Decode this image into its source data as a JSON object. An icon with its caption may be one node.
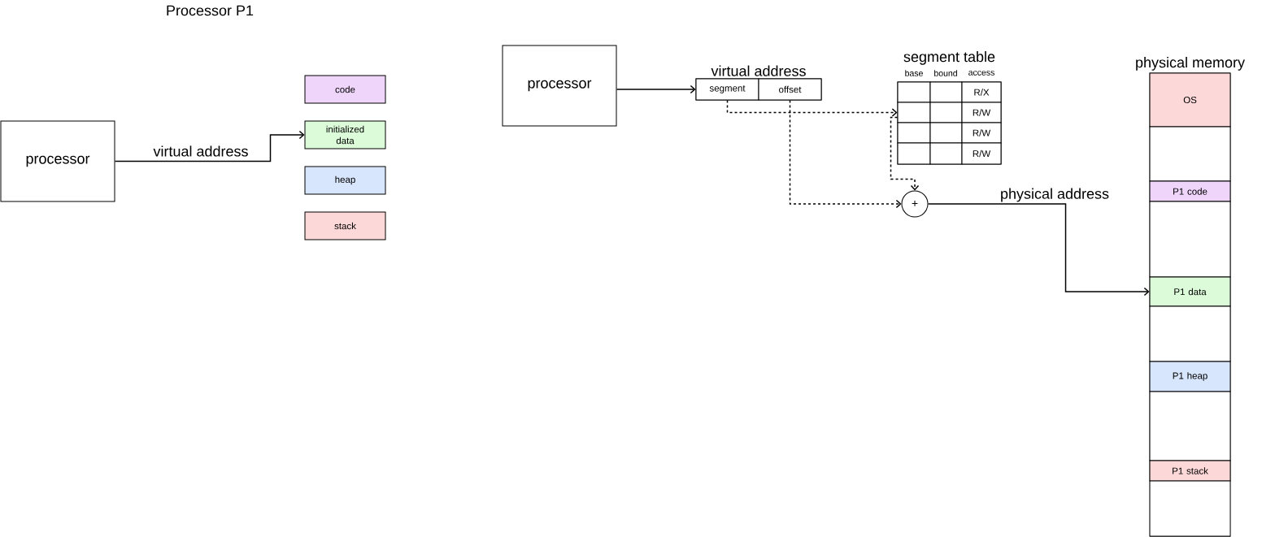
{
  "diagram": {
    "nodes": [
      {
        "text": [
          "processor"
        ]
      },
      {
        "text": [
          "code"
        ]
      },
      {
        "text": [
          "initialized data"
        ]
      },
      {
        "text": [
          "heap"
        ]
      },
      {
        "text": [
          "stack"
        ]
      },
      {
        "text": [
          "processor"
        ]
      },
      {
        "text": [
          "virtual address"
        ]
      },
      {
        "text": [
          "segment"
        ],
        "in": 6
      },
      {
        "text": [
          "offset"
        ],
        "in": 6
      },
      {
        "text": [
          "segment table"
        ]
      },
      {
        "text": [],
        "shape": "box",
        "in": 9
      },
      {
        "text": [],
        "shape": "box",
        "in": 9
      },
      {
        "text": [
          "R/X"
        ],
        "in": 9
      },
      {
        "text": [],
        "shape": "box",
        "in": 9
      },
      {
        "text": [],
        "shape": "box",
        "in": 9
      },
      {
        "text": [
          "R/W"
        ],
        "in": 9
      },
      {
        "text": [],
        "shape": "box",
        "in": 9
      },
      {
        "text": [],
        "shape": "box",
        "in": 9
      },
      {
        "text": [
          "R/W"
        ],
        "in": 9
      },
      {
        "text": [],
        "shape": "box",
        "in": 9
      },
      {
        "text": [],
        "shape": "box",
        "in": 9
      },
      {
        "text": [
          "R/W"
        ],
        "in": 9
      },
      {
        "text": [
          "+"
        ]
      },
      {
        "text": [
          "physical memory"
        ]
      },
      {
        "text": [
          "OS"
        ],
        "in": 23
      },
      {
        "text": [],
        "shape": "box",
        "in": 23
      },
      {
        "text": [
          "P1 code"
        ],
        "in": 23
      },
      {
        "text": [],
        "shape": "box",
        "in": 23
      },
      {
        "text": [
          "P1 data"
        ],
        "in": 23
      },
      {
        "text": [],
        "shape": "box",
        "in": 23
      },
      {
        "text": [
          "P1 heap"
        ],
        "in": 23
      },
      {
        "text": [],
        "shape": "box",
        "in": 23
      },
      {
        "text": [
          "P1 stack"
        ],
        "in": 23
      },
      {
        "text": [],
        "shape": "box",
        "in": 23
      }
    ],
    "edges": [
      {
        "from": 0,
        "to": 2,
        "arrow": "to",
        "label": "virtual address"
      },
      {
        "from": 5,
        "to": 6,
        "arrow": "to"
      },
      {
        "from": 7,
        "to": 13,
        "arrow": "to",
        "style": "dashed"
      },
      {
        "from": 8,
        "to": 22,
        "arrow": "to",
        "style": "dashed"
      },
      {
        "from": 13,
        "to": 22,
        "arrow": "to",
        "style": "dashed"
      },
      {
        "from": 22,
        "to": 28,
        "arrow": "to",
        "label": "physical address"
      }
    ],
    "labels": [
      "Processor P1",
      "base",
      "bound",
      "access"
    ]
  }
}
